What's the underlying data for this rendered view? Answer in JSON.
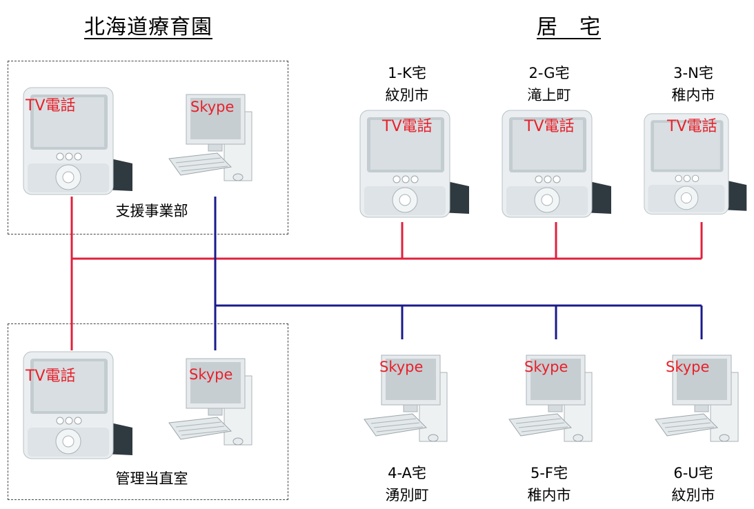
{
  "headings": {
    "facility": "北海道療育園",
    "home": "居　宅"
  },
  "facility_groups": {
    "support": {
      "label": "支援事業部"
    },
    "admin": {
      "label": "管理当直室"
    }
  },
  "device_labels": {
    "tv": "TV電話",
    "pc": "Skype"
  },
  "homes_top": [
    {
      "id": "1-K宅",
      "town": "紋別市"
    },
    {
      "id": "2-G宅",
      "town": "滝上町"
    },
    {
      "id": "3-N宅",
      "town": "稚内市"
    }
  ],
  "homes_bottom": [
    {
      "id": "4-A宅",
      "town": "湧別町"
    },
    {
      "id": "5-F宅",
      "town": "稚内市"
    },
    {
      "id": "6-U宅",
      "town": "紋別市"
    }
  ],
  "colors": {
    "tv_line": "#e0203c",
    "skype_line": "#1a1a8c",
    "label_red": "#e8202a"
  }
}
